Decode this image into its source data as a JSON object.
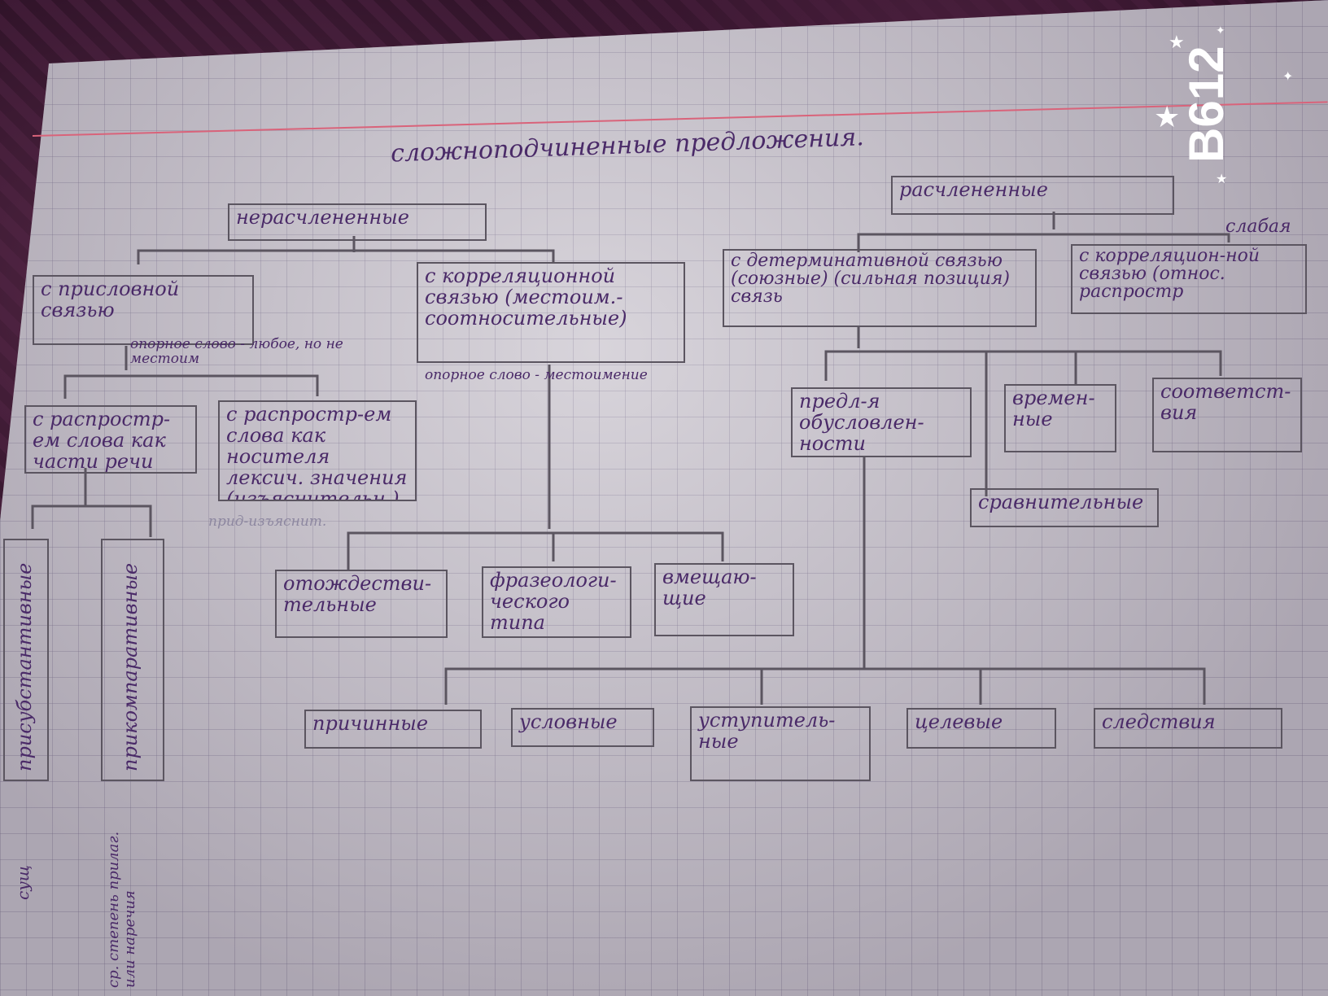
{
  "title": "сложноподчиненные предложения.",
  "stamp": "B612",
  "colors": {
    "ink": "#4a2a68",
    "lines": "#5b5560",
    "margin": "#d9637a"
  },
  "left": {
    "root": "нерасчлененные",
    "pridatochnaya": "с присловной связью",
    "pridatochnaya_note": "опорное слово - любое, но не местоим",
    "sub1": "с распростр-ем слова как части речи",
    "sub2": "с распростр-ем слова как носителя лексич. значения (изъяснительн.)",
    "sub2_note": "прид-изъяснит.",
    "vert1": "присубстантивные",
    "vert2": "прикомпаративные",
    "vert1_note": "сущ",
    "vert2_note": "ср. степень прилаг. или наречия"
  },
  "middle": {
    "correl": "с корреляционной связью (местоим.-соотносительные)",
    "correl_note": "опорное слово - местоимение",
    "c1": "отождестви-тельные",
    "c2": "фразеологи-ческого типа",
    "c3": "вмещаю-щие"
  },
  "right": {
    "root": "расчлененные",
    "weak": "слабая",
    "determ": "с детерминативной связью (союзные) (сильная позиция) связь",
    "correl": "с корреляцион-ной связью (относ. распростр",
    "d1": "предл-я обусловлен-ности",
    "d2": "времен-ные",
    "d3": "соответст-вия",
    "d4": "сравнительные",
    "b1": "причинные",
    "b2": "условные",
    "b3": "уступитель-ные",
    "b4": "целевые",
    "b5": "следствия"
  }
}
